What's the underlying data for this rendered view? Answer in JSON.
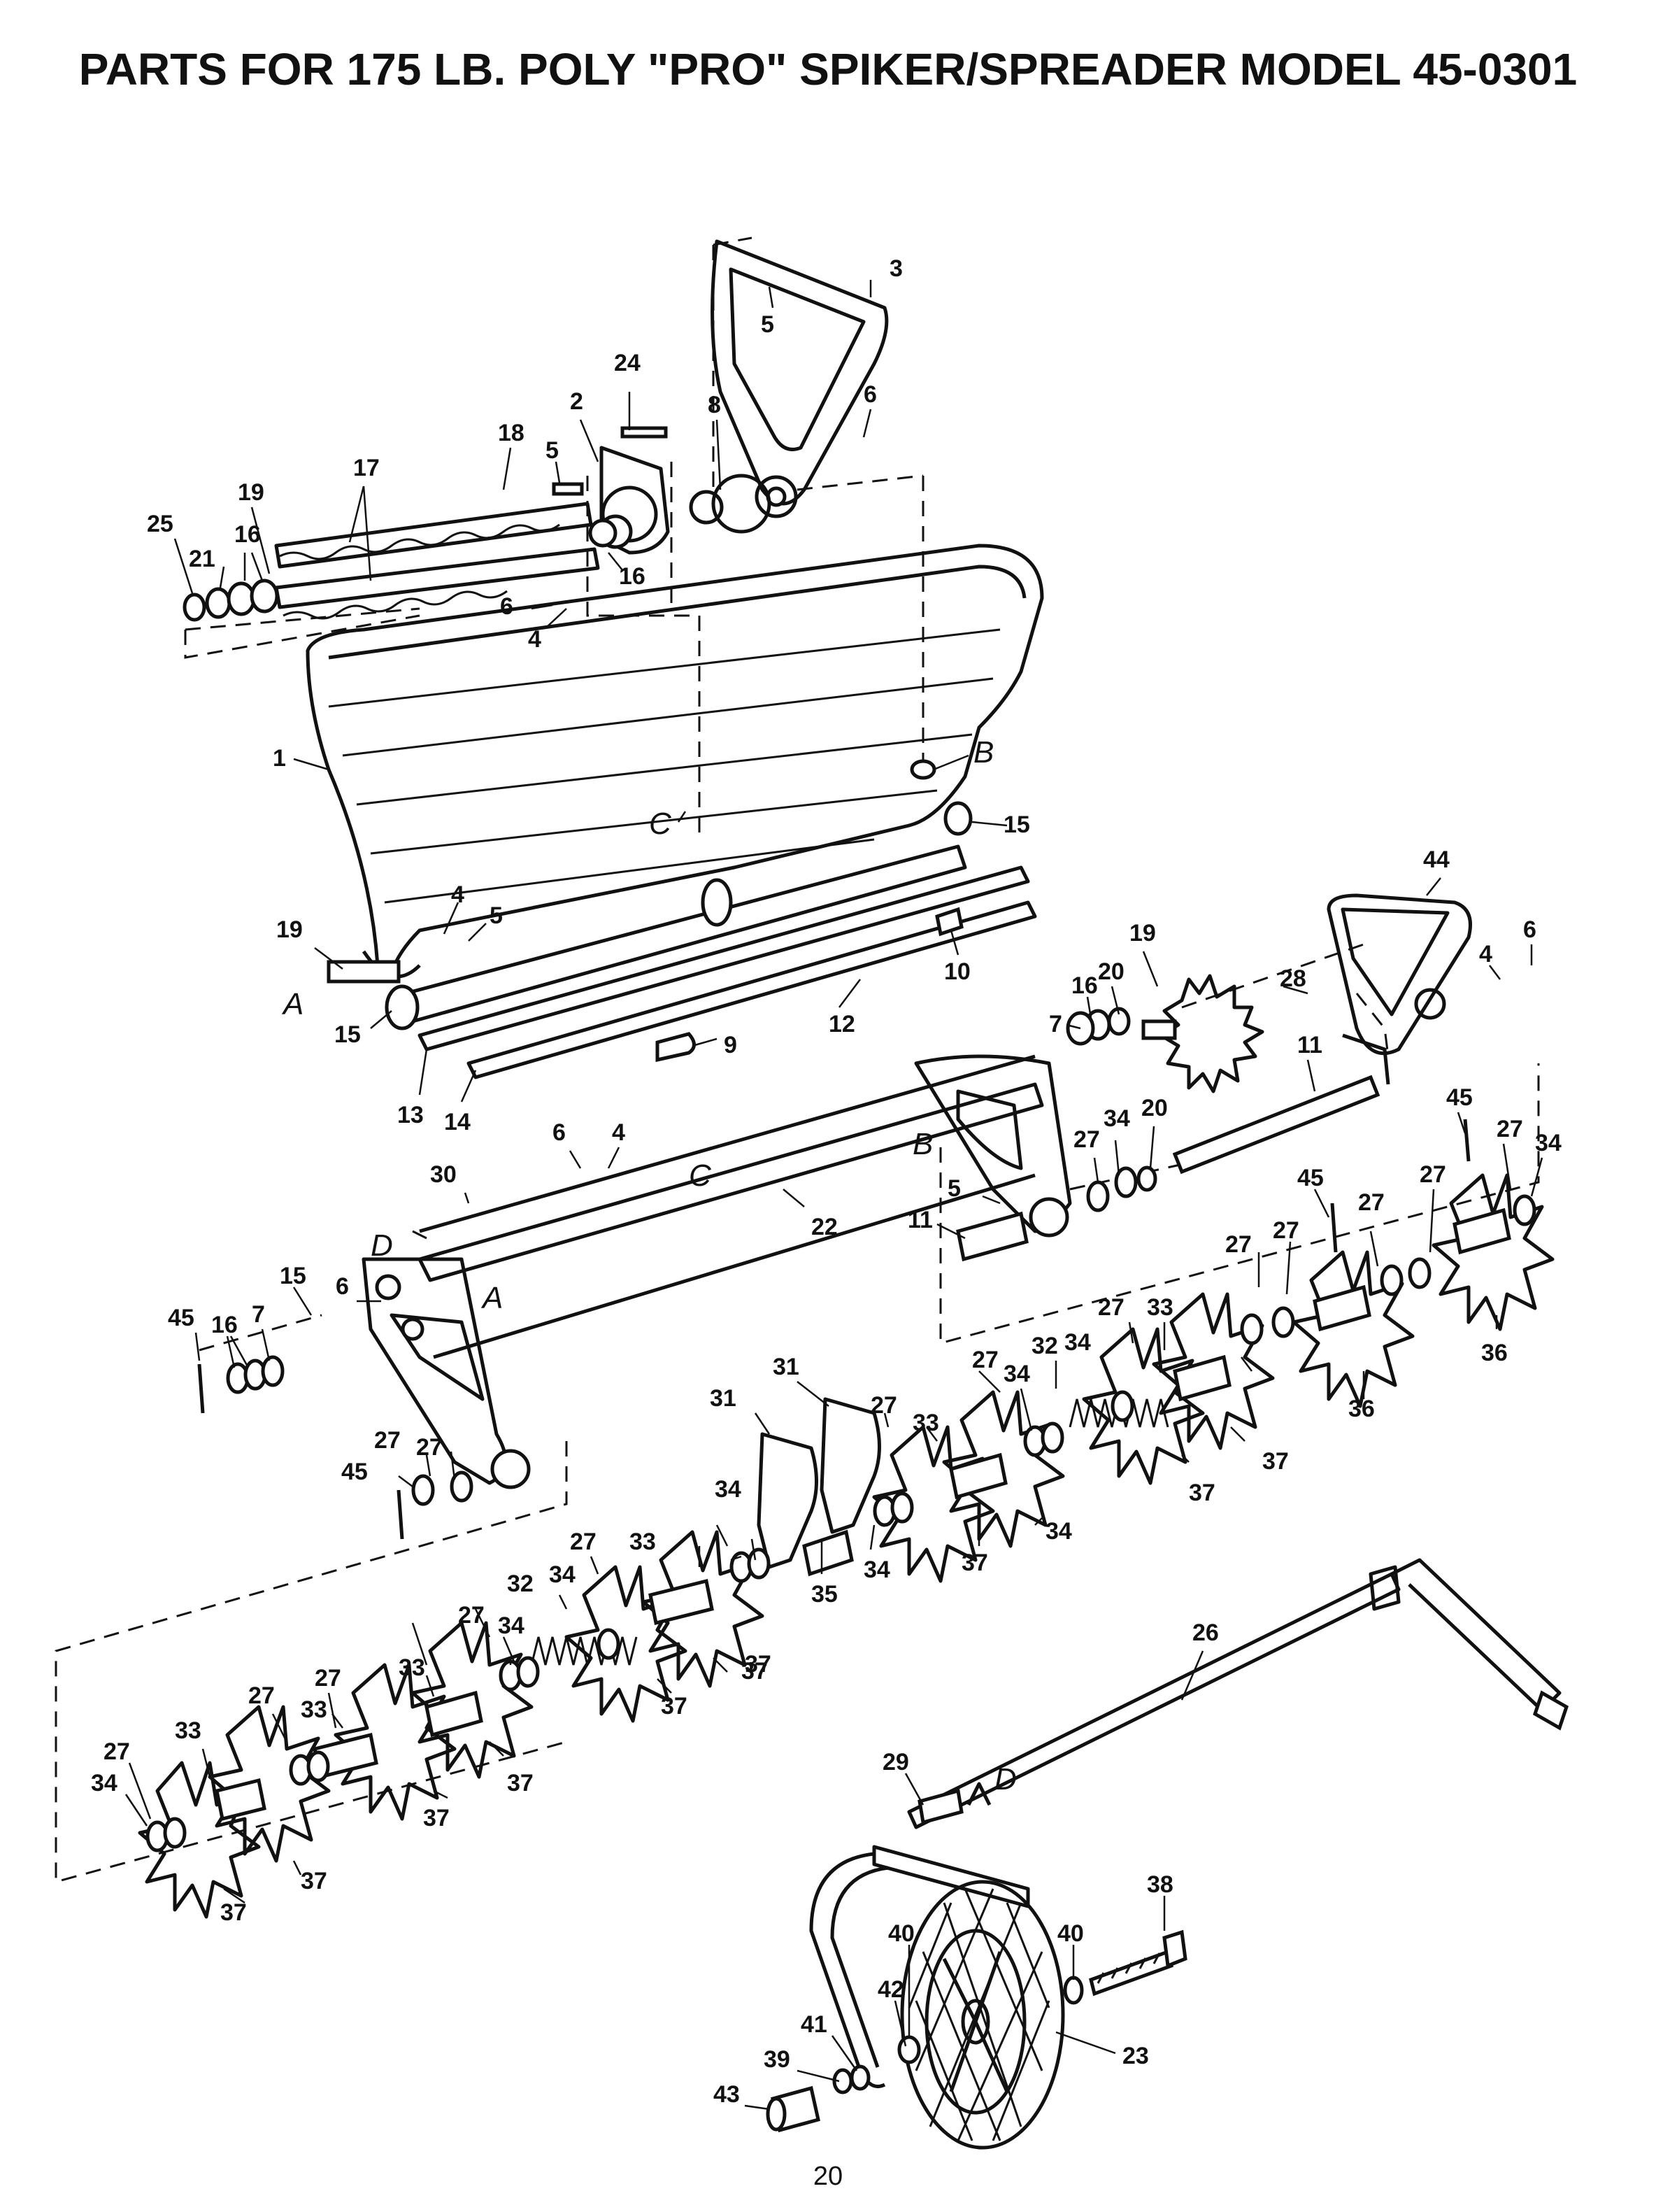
{
  "title": "PARTS FOR 175 LB. POLY \"PRO\" SPIKER/SPREADER MODEL 45-0301",
  "page_number": "20",
  "callouts": [
    {
      "text": "3"
    },
    {
      "text": "5"
    },
    {
      "text": "24"
    },
    {
      "text": "2"
    },
    {
      "text": "8"
    },
    {
      "text": "6"
    },
    {
      "text": "18"
    },
    {
      "text": "5"
    },
    {
      "text": "17"
    },
    {
      "text": "19"
    },
    {
      "text": "25"
    },
    {
      "text": "21"
    },
    {
      "text": "16"
    },
    {
      "text": "16"
    },
    {
      "text": "6"
    },
    {
      "text": "4"
    },
    {
      "text": "1"
    },
    {
      "text": "15"
    },
    {
      "text": "4"
    },
    {
      "text": "5"
    },
    {
      "text": "19"
    },
    {
      "text": "10"
    },
    {
      "text": "12"
    },
    {
      "text": "15"
    },
    {
      "text": "9"
    },
    {
      "text": "13"
    },
    {
      "text": "14"
    },
    {
      "text": "44"
    },
    {
      "text": "4"
    },
    {
      "text": "6"
    },
    {
      "text": "19"
    },
    {
      "text": "28"
    },
    {
      "text": "20"
    },
    {
      "text": "16"
    },
    {
      "text": "7"
    },
    {
      "text": "11"
    },
    {
      "text": "27"
    },
    {
      "text": "34"
    },
    {
      "text": "20"
    },
    {
      "text": "45"
    },
    {
      "text": "27"
    },
    {
      "text": "34"
    },
    {
      "text": "6"
    },
    {
      "text": "4"
    },
    {
      "text": "30"
    },
    {
      "text": "22"
    },
    {
      "text": "5"
    },
    {
      "text": "11"
    },
    {
      "text": "45"
    },
    {
      "text": "27"
    },
    {
      "text": "27"
    },
    {
      "text": "27"
    },
    {
      "text": "27"
    },
    {
      "text": "36"
    },
    {
      "text": "6"
    },
    {
      "text": "15"
    },
    {
      "text": "45"
    },
    {
      "text": "16"
    },
    {
      "text": "7"
    },
    {
      "text": "27"
    },
    {
      "text": "33"
    },
    {
      "text": "36"
    },
    {
      "text": "27"
    },
    {
      "text": "32"
    },
    {
      "text": "34"
    },
    {
      "text": "34"
    },
    {
      "text": "31"
    },
    {
      "text": "31"
    },
    {
      "text": "27"
    },
    {
      "text": "33"
    },
    {
      "text": "37"
    },
    {
      "text": "37"
    },
    {
      "text": "34"
    },
    {
      "text": "27"
    },
    {
      "text": "45"
    },
    {
      "text": "27"
    },
    {
      "text": "34"
    },
    {
      "text": "37"
    },
    {
      "text": "37"
    },
    {
      "text": "34"
    },
    {
      "text": "35"
    },
    {
      "text": "27"
    },
    {
      "text": "33"
    },
    {
      "text": "32"
    },
    {
      "text": "34"
    },
    {
      "text": "27"
    },
    {
      "text": "34"
    },
    {
      "text": "37"
    },
    {
      "text": "37"
    },
    {
      "text": "26"
    },
    {
      "text": "27"
    },
    {
      "text": "27"
    },
    {
      "text": "33"
    },
    {
      "text": "33"
    },
    {
      "text": "37"
    },
    {
      "text": "37"
    },
    {
      "text": "27"
    },
    {
      "text": "33"
    },
    {
      "text": "34"
    },
    {
      "text": "37"
    },
    {
      "text": "37"
    },
    {
      "text": "29"
    },
    {
      "text": "38"
    },
    {
      "text": "40"
    },
    {
      "text": "40"
    },
    {
      "text": "42"
    },
    {
      "text": "41"
    },
    {
      "text": "39"
    },
    {
      "text": "43"
    },
    {
      "text": "23"
    }
  ],
  "reference_letters": [
    {
      "text": "B"
    },
    {
      "text": "C"
    },
    {
      "text": "A"
    },
    {
      "text": "B"
    },
    {
      "text": "C"
    },
    {
      "text": "D"
    },
    {
      "text": "A"
    },
    {
      "text": "D"
    }
  ]
}
